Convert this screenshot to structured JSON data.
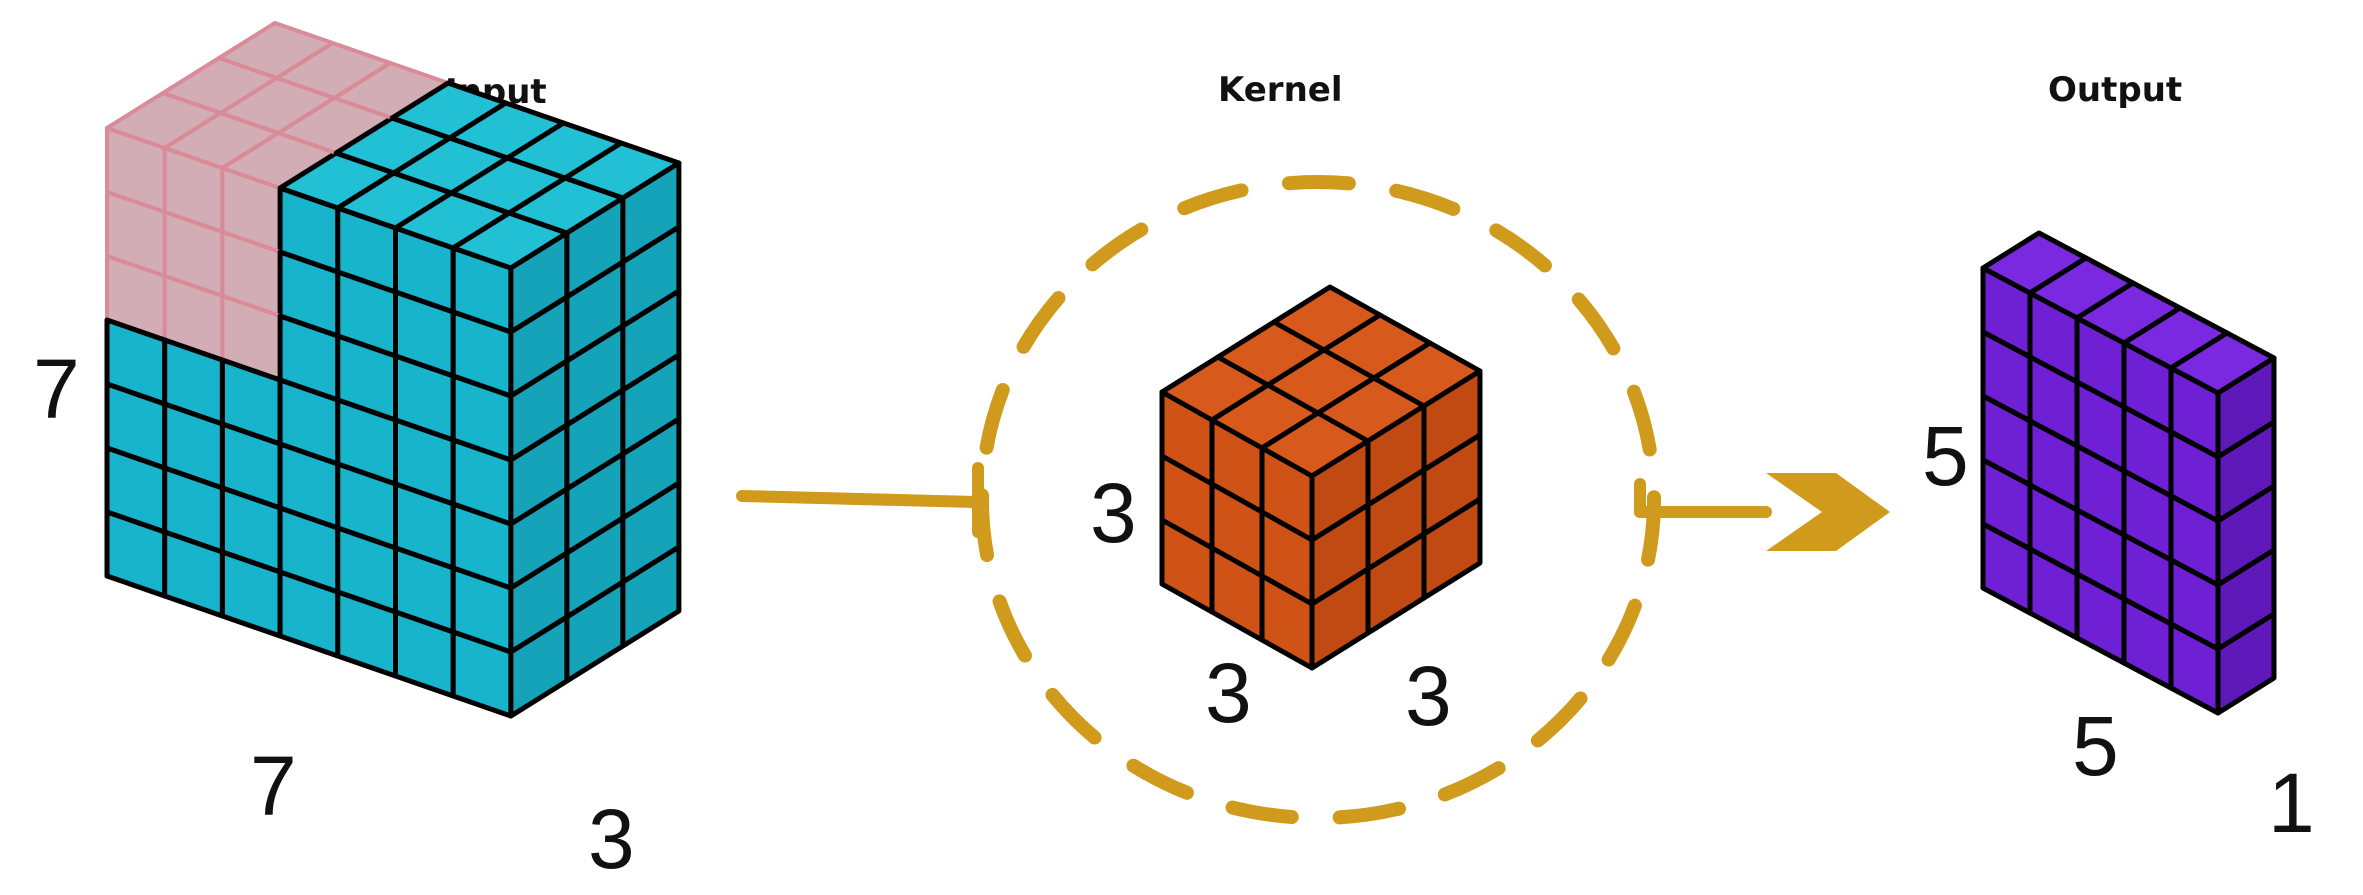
{
  "input": {
    "title": "Input",
    "dims": {
      "height": "7",
      "width": "7",
      "depth": "3"
    },
    "grid": {
      "rows": 7,
      "cols": 7,
      "depth": 3
    },
    "highlight": {
      "rows": 3,
      "cols": 3
    },
    "colors": {
      "front": "#18b4cb",
      "side": "#14a3b8",
      "top": "#22c0d4",
      "highlight": "#d3adb5"
    }
  },
  "kernel": {
    "title": "Kernel",
    "dims": {
      "height": "3",
      "width": "3",
      "depth": "3"
    },
    "grid": {
      "rows": 3,
      "cols": 3,
      "depth": 3
    },
    "colors": {
      "front": "#cf5216",
      "side": "#c04a12",
      "top": "#d75a1c"
    }
  },
  "output": {
    "title": "Output",
    "dims": {
      "height": "5",
      "width": "5",
      "depth": "1"
    },
    "grid": {
      "rows": 5,
      "cols": 5,
      "depth": 1
    },
    "colors": {
      "front": "#6f1fd4",
      "side": "#5f18b9",
      "top": "#7a29e0"
    }
  },
  "connector_color": "#d09a1c"
}
